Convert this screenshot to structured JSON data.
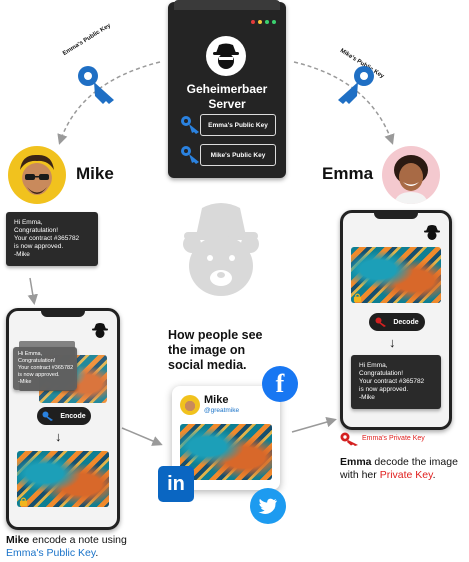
{
  "server": {
    "title_line1": "Geheimerbaer",
    "title_line2": "Server",
    "emma_key_label": "Emma's Public Key",
    "mike_key_label": "Mike's Public Key"
  },
  "labels": {
    "emma_public_key_arrow": "Emma's Public Key",
    "mike_public_key_arrow": "Mike's Public Key"
  },
  "mike": {
    "name": "Mike",
    "message": [
      "Hi Emma,",
      "Congratulation!",
      "Your contract #365782",
      "is now approved.",
      "-Mike"
    ],
    "encode_label": "Encode",
    "caption_bold": "Mike",
    "caption_text": " encode a note using",
    "caption_key": "Emma's Public Key",
    "caption_end": "."
  },
  "emma": {
    "name": "Emma",
    "decode_label": "Decode",
    "message": [
      "Hi Emma,",
      "Congratulation!",
      "Your contract #365782",
      "is now approved.",
      "-Mike"
    ],
    "private_key_label": "Emma's Private Key",
    "caption_bold": "Emma",
    "caption_text": " decode the image",
    "caption_line2": "with her ",
    "caption_key": "Private Key",
    "caption_end": "."
  },
  "social": {
    "heading_line1": "How people see",
    "heading_line2": "the image on",
    "heading_line3": "social media.",
    "post_name": "Mike",
    "post_handle": "@greatmike",
    "facebook_glyph": "f",
    "linkedin_glyph": "in"
  },
  "colors": {
    "key_blue": "#1f6fc4",
    "key_red": "#d42020",
    "server_bg": "#242424",
    "facebook": "#1877f2",
    "linkedin": "#0a66c2",
    "twitter": "#1d9bf0"
  }
}
